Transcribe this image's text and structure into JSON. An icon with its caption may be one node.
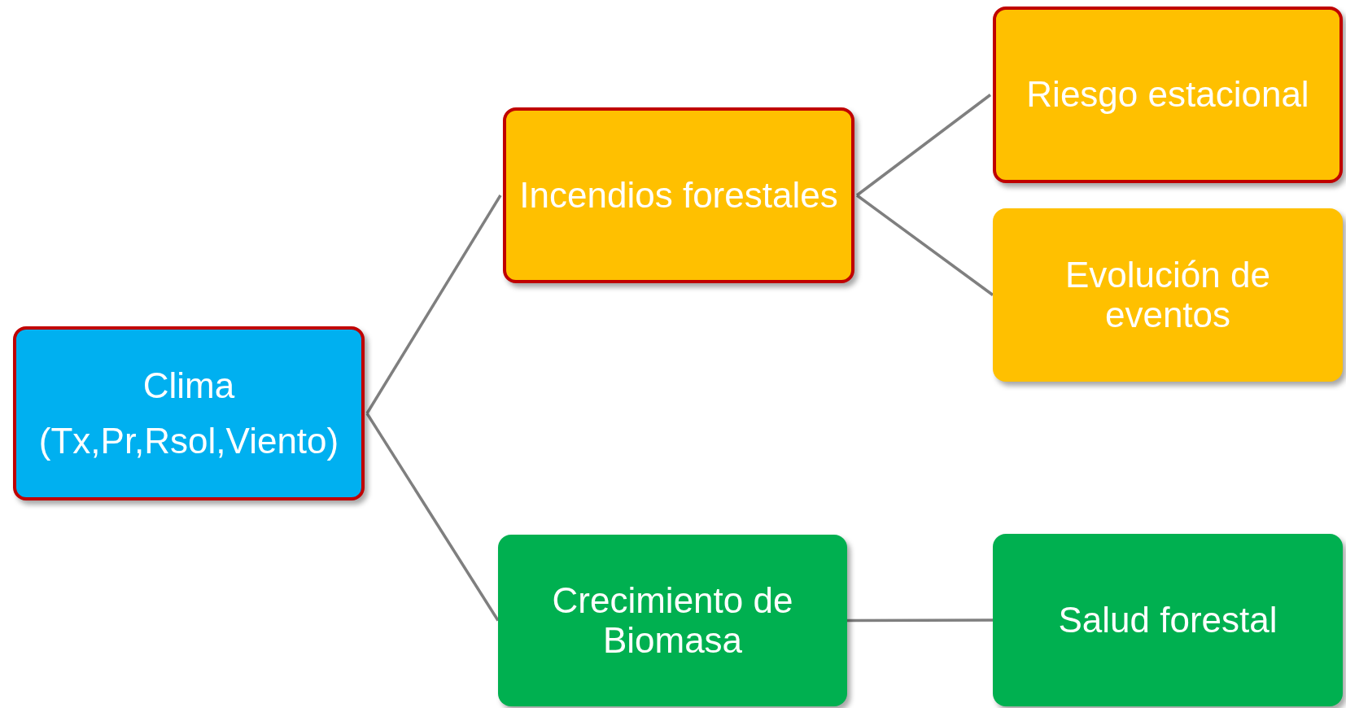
{
  "diagram": {
    "nodes": [
      {
        "text": [
          "Clima",
          "(Tx,Pr,Rsol,Viento)"
        ]
      },
      {
        "text": [
          "Incendios forestales"
        ]
      },
      {
        "text": [
          "Riesgo estacional"
        ]
      },
      {
        "text": [
          "Evolución de eventos"
        ]
      },
      {
        "text": [
          "Crecimiento de Biomasa"
        ]
      },
      {
        "text": [
          "Salud forestal"
        ]
      }
    ],
    "edges": [
      {
        "from": 0,
        "to": 1,
        "arrow": "none"
      },
      {
        "from": 0,
        "to": 4,
        "arrow": "none"
      },
      {
        "from": 1,
        "to": 2,
        "arrow": "none"
      },
      {
        "from": 1,
        "to": 3,
        "arrow": "none"
      },
      {
        "from": 4,
        "to": 5,
        "arrow": "none"
      }
    ]
  }
}
